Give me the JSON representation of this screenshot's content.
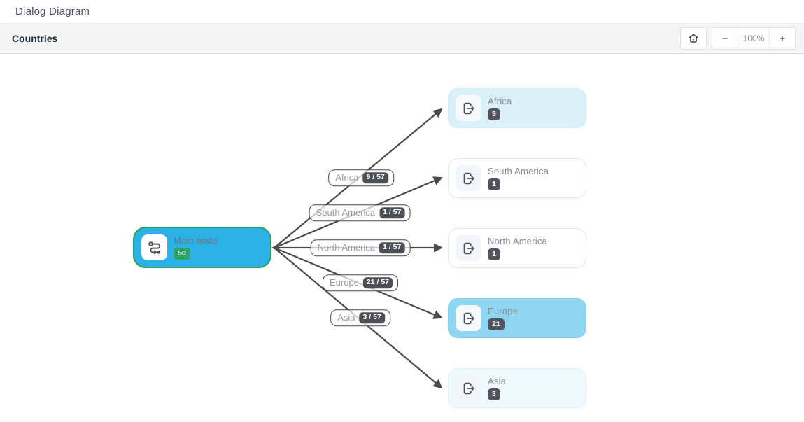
{
  "page": {
    "title": "Dialog Diagram"
  },
  "toolbar": {
    "title": "Countries",
    "controls": {
      "minus": "−",
      "zoom_level": "100%",
      "plus": "+"
    }
  },
  "diagram": {
    "main_node": {
      "label": "Main node",
      "count": "50"
    },
    "nodes": [
      {
        "label": "Africa",
        "count": "9"
      },
      {
        "label": "South America",
        "count": "1"
      },
      {
        "label": "North America",
        "count": "1"
      },
      {
        "label": "Europe",
        "count": "21"
      },
      {
        "label": "Asia",
        "count": "3"
      }
    ],
    "edge_labels": [
      {
        "label": "Africa",
        "count": "9 / 57"
      },
      {
        "label": "South America",
        "count": "1 / 57"
      },
      {
        "label": "North America",
        "count": "1 / 57"
      },
      {
        "label": "Europe",
        "count": "21 / 57"
      },
      {
        "label": "Asia",
        "count": "3 / 57"
      }
    ],
    "colors": {
      "main_node_fill": "#2bb1e6",
      "main_node_border": "#2d9e61",
      "main_count_badge": "#2ea566",
      "node_africa_bg": "#d9f0f9",
      "node_europe_bg": "#8ed6f2",
      "node_asia_bg": "#eff9fd",
      "dark_badge_bg": "#4e4e57",
      "edge_color": "#4a4a4a"
    }
  }
}
